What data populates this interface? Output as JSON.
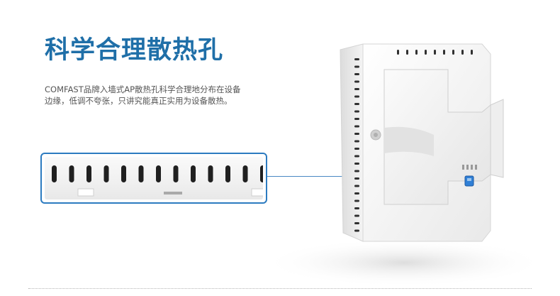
{
  "heading": {
    "title": "科学合理散热孔"
  },
  "description": {
    "line1": "COMFAST品牌入墙式AP散热孔科学合理地分布在设备",
    "line2": "边缘，低调不夸张，只讲究能真正实用为设备散热。"
  },
  "colors": {
    "accent": "#1f6fa8",
    "frame": "#2c7bc0",
    "text": "#555555",
    "port": "#2f7fd6"
  },
  "icons": {
    "ventilation_detail": "vent-slots-detail-icon",
    "device": "wall-ap-device-icon"
  }
}
